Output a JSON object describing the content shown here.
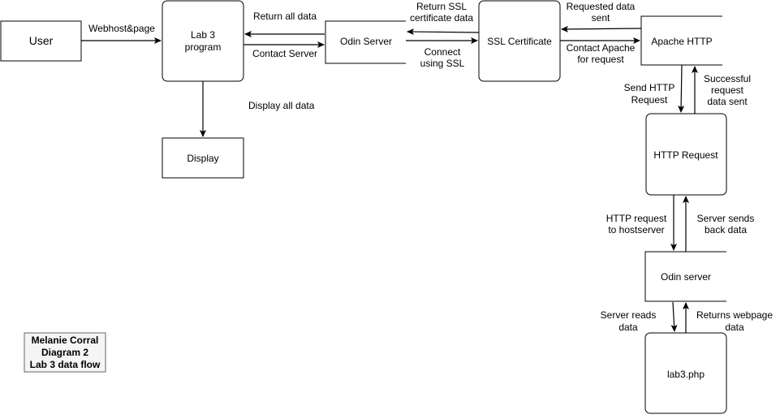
{
  "nodes": {
    "user": "User",
    "lab3_program": [
      "Lab 3",
      "program"
    ],
    "display": "Display",
    "odin_server_top": "Odin Server",
    "ssl_certificate": "SSL Certificate",
    "apache_http": "Apache HTTP",
    "http_request": "HTTP Request",
    "odin_server_bottom": "Odin server",
    "lab3_php": "lab3.php"
  },
  "edges": {
    "webhost_page": "Webhost&page",
    "return_all_data": "Return all data",
    "contact_server": "Contact Server",
    "display_all_data": "Display all data",
    "return_ssl": [
      "Return SSL",
      "certificate data"
    ],
    "connect_ssl": [
      "Connect",
      "using SSL"
    ],
    "requested_data": [
      "Requested data",
      "sent"
    ],
    "contact_apache": [
      "Contact Apache",
      "for request"
    ],
    "send_http": [
      "Send HTTP",
      "Request"
    ],
    "successful_request": [
      "Successful",
      "request",
      "data sent"
    ],
    "http_request_hostserver": [
      "HTTP request",
      "to hostserver"
    ],
    "server_sends_back": [
      "Server sends",
      "back data"
    ],
    "server_reads": [
      "Server reads",
      "data"
    ],
    "returns_webpage": [
      "Returns webpage",
      "data"
    ]
  },
  "note": [
    "Melanie Corral",
    "Diagram 2",
    "Lab 3 data flow"
  ],
  "colors": {
    "stroke": "#000000",
    "fill": "#ffffff",
    "note_fill": "#f5f5f5",
    "note_stroke": "#666666"
  }
}
